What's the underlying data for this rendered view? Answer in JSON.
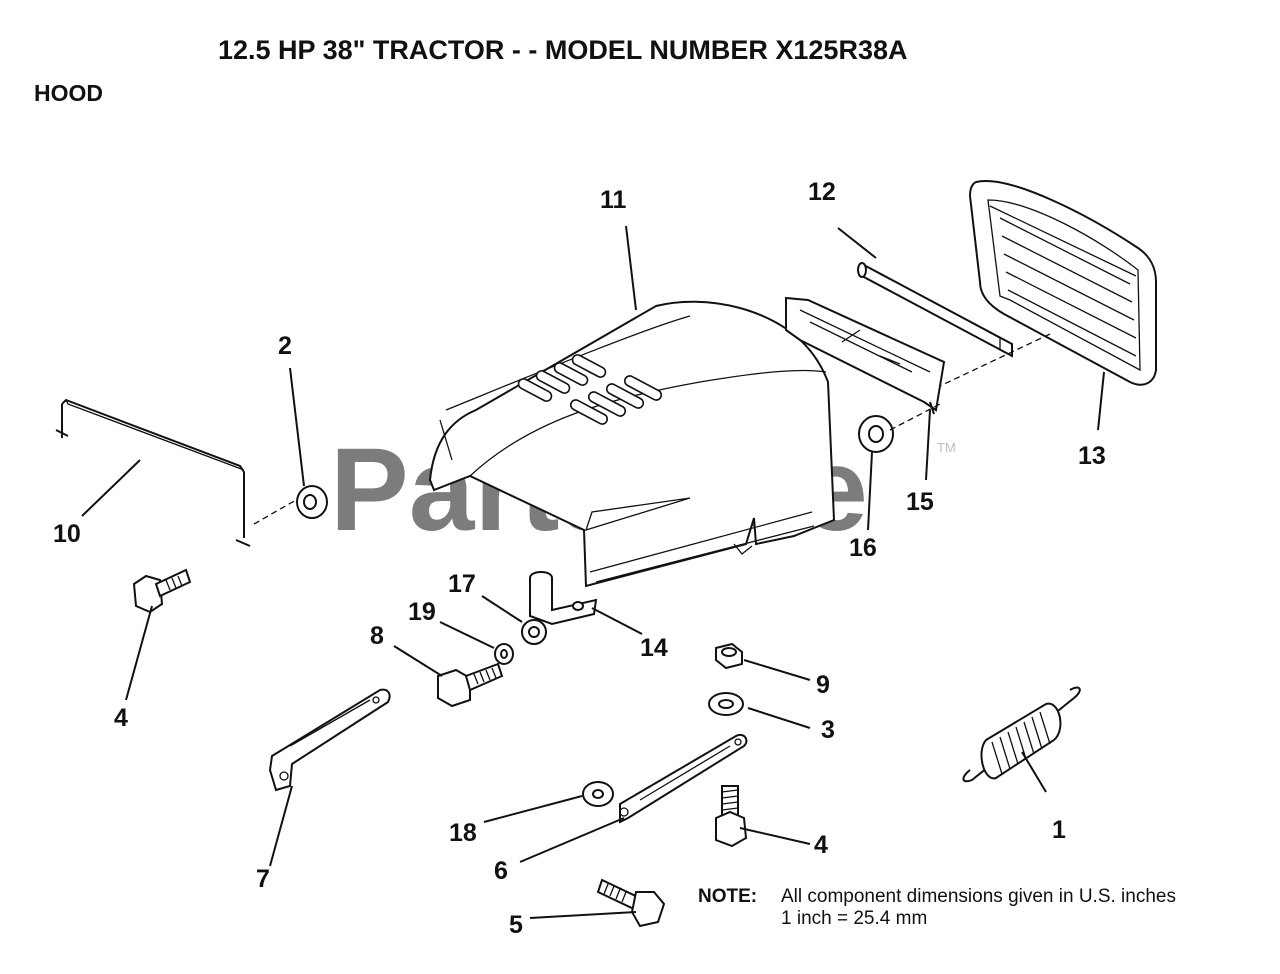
{
  "header": {
    "title": "12.5 HP 38\" TRACTOR - - MODEL NUMBER X125R38A",
    "section": "HOOD"
  },
  "watermark": {
    "text": "PartsTree",
    "mark": "TM",
    "color": "#bdbdbd"
  },
  "callouts": {
    "c1": "1",
    "c2": "2",
    "c3": "3",
    "c4a": "4",
    "c4b": "4",
    "c5": "5",
    "c6": "6",
    "c7": "7",
    "c8": "8",
    "c9": "9",
    "c10": "10",
    "c11": "11",
    "c12": "12",
    "c13": "13",
    "c14": "14",
    "c15": "15",
    "c16": "16",
    "c17": "17",
    "c18": "18",
    "c19": "19"
  },
  "note": {
    "label": "NOTE:",
    "line1": "All component dimensions given in U.S. inches",
    "line2": "1 inch = 25.4 mm"
  }
}
